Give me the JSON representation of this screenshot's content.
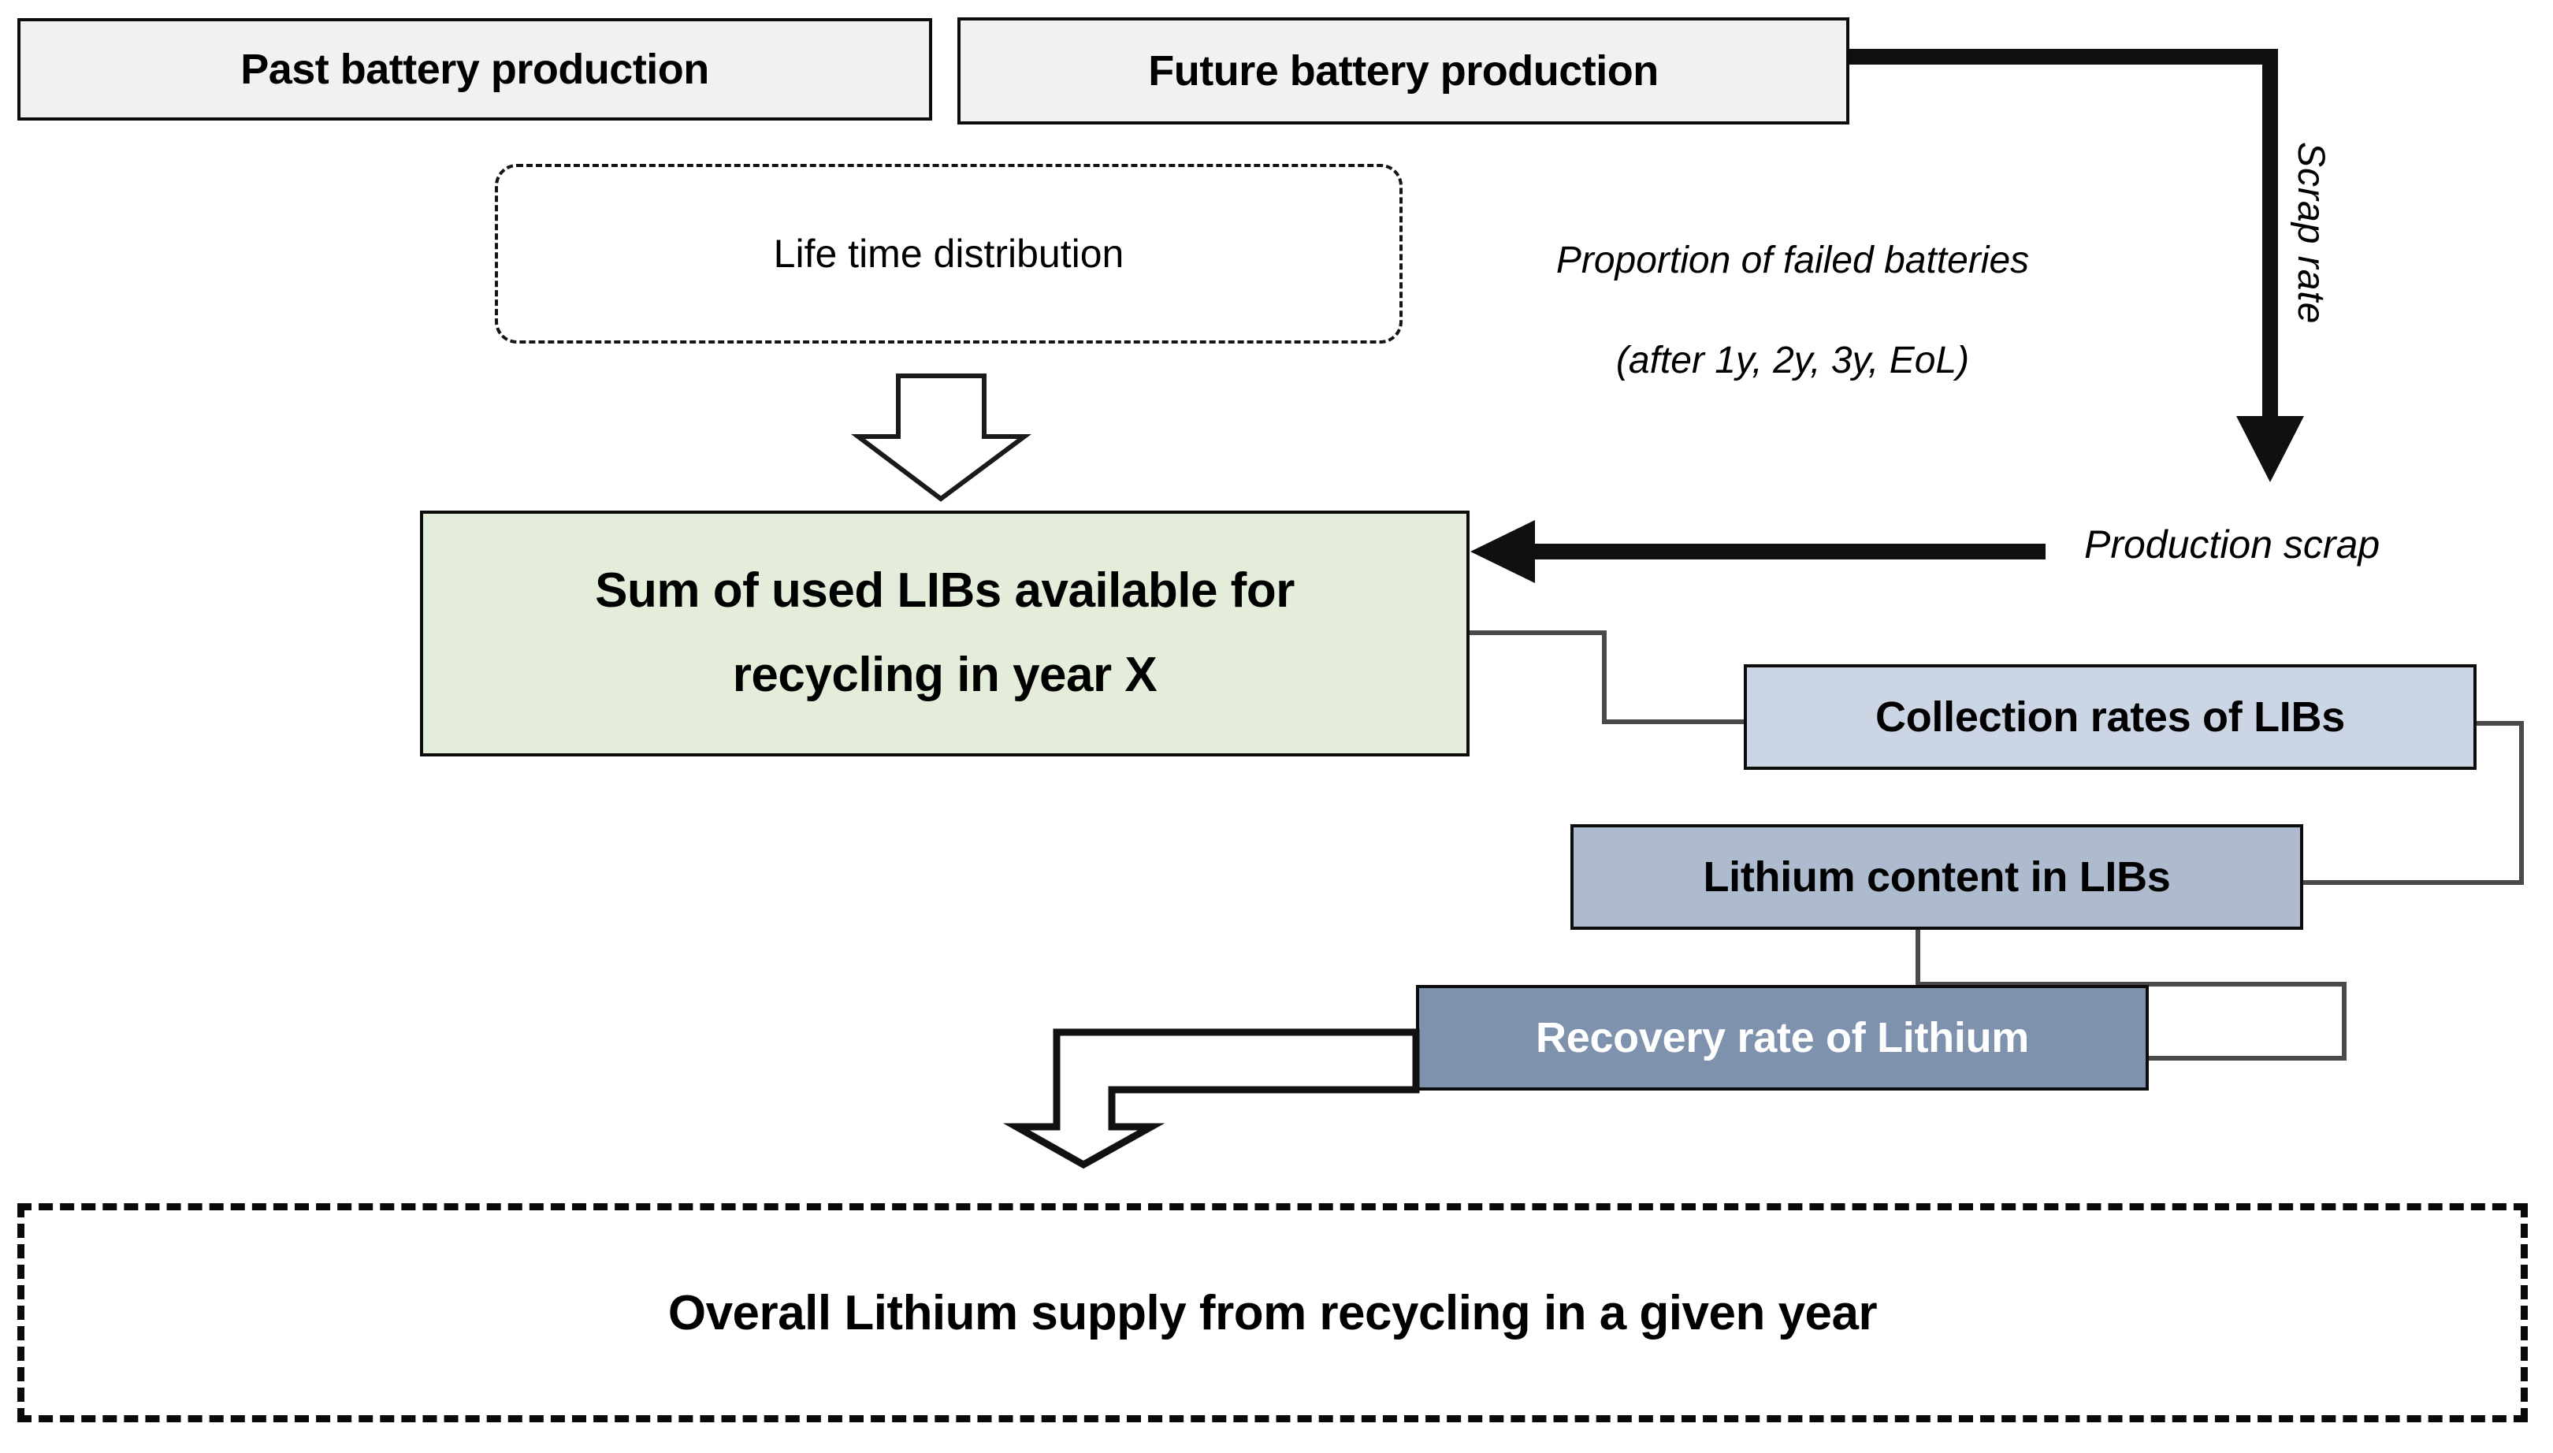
{
  "diagram": {
    "title_present": false,
    "background_color": "#ffffff",
    "nodes": {
      "past_production": {
        "label": "Past battery production",
        "fill": "#f1f1f1",
        "border": "#0c0c0c",
        "text_color": "#000000",
        "style": "solid"
      },
      "future_production": {
        "label": "Future battery production",
        "fill": "#f1f1f1",
        "border": "#0c0c0c",
        "text_color": "#000000",
        "style": "solid"
      },
      "lifetime_distribution": {
        "label": "Life time distribution",
        "fill": "#ffffff",
        "border": "#141414",
        "text_color": "#000000",
        "style": "dashed-rounded"
      },
      "sum_used_libs": {
        "label": "Sum of used LIBs available for\nrecycling in year X",
        "line1": "Sum of used LIBs available for",
        "line2": "recycling in year X",
        "fill": "#e4edda",
        "border": "#0c0c0c",
        "text_color": "#000000",
        "style": "solid"
      },
      "collection_rates": {
        "label": "Collection rates of LIBs",
        "fill": "#ccd5e4",
        "border": "#0c0c0c",
        "text_color": "#000000",
        "style": "solid"
      },
      "lithium_content": {
        "label": "Lithium content in LIBs",
        "fill": "#aebacd",
        "border": "#0c0c0c",
        "text_color": "#000000",
        "style": "solid"
      },
      "recovery_rate": {
        "label": "Recovery rate of Lithium",
        "fill": "#7f92ad",
        "border": "#0c0c0c",
        "text_color": "#ffffff",
        "style": "solid"
      },
      "overall_supply": {
        "label": "Overall Lithium supply from recycling in a given year",
        "fill": "#ffffff",
        "border": "#0a0a0a",
        "text_color": "#000000",
        "style": "dashed-thick"
      }
    },
    "annotations": {
      "failed_batteries": {
        "line1": "Proportion of failed batteries",
        "line2": "(after 1y, 2y, 3y, EoL)",
        "text": "Proportion of failed batteries\n(after 1y, 2y, 3y, EoL)",
        "style": "italic"
      },
      "production_scrap": {
        "text": "Production scrap",
        "style": "italic"
      },
      "scrap_rate": {
        "text": "Scrap rate",
        "style": "rotated-vertical"
      }
    },
    "edges": [
      {
        "name": "future-production-to-scrap-down",
        "from": "future_production",
        "to": "sum_used_libs",
        "label": "Scrap rate",
        "kind": "thick-elbow-arrow"
      },
      {
        "name": "production-scrap-into-sum",
        "from": "production_scrap_point",
        "to": "sum_used_libs",
        "label": "Production scrap",
        "kind": "thick-straight-arrow"
      },
      {
        "name": "lifetime-to-sum",
        "from": "lifetime_distribution",
        "to": "sum_used_libs",
        "label": "",
        "kind": "hollow-block-arrow-down"
      },
      {
        "name": "sum-to-collection-rates",
        "from": "sum_used_libs",
        "to": "collection_rates",
        "label": "",
        "kind": "thin-elbow"
      },
      {
        "name": "collection-rates-to-lithium-content",
        "from": "collection_rates",
        "to": "lithium_content",
        "label": "",
        "kind": "thin-elbow"
      },
      {
        "name": "lithium-content-to-recovery-rate",
        "from": "lithium_content",
        "to": "recovery_rate",
        "label": "",
        "kind": "thin-elbow"
      },
      {
        "name": "recovery-rate-to-overall-supply",
        "from": "recovery_rate",
        "to": "overall_supply",
        "label": "",
        "kind": "hollow-block-elbow-arrow"
      }
    ]
  }
}
